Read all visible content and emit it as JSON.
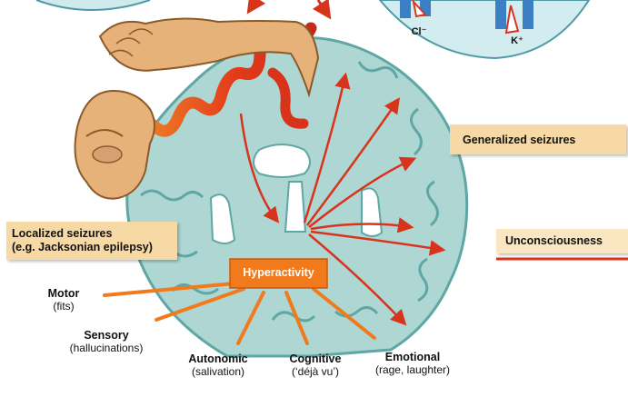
{
  "ions": {
    "chloride": "Cl⁻",
    "potassium": "K⁺"
  },
  "labels": {
    "generalized": "Generalized seizures",
    "unconsciousness": "Unconsciousness",
    "localized_line1": "Localized seizures",
    "localized_line2": "(e.g. Jacksonian epilepsy)",
    "hyperactivity": "Hyperactivity"
  },
  "effects": {
    "motor": {
      "title": "Motor",
      "detail": "(fits)"
    },
    "sensory": {
      "title": "Sensory",
      "detail": "(hallucinations)"
    },
    "autonomic": {
      "title": "Autonomic",
      "detail": "(salivation)"
    },
    "cognitive": {
      "title": "Cognitive",
      "detail": "(‘déjà vu’)"
    },
    "emotional": {
      "title": "Emotional",
      "detail": "(rage, laughter)"
    }
  },
  "colors": {
    "brain_fill": "#aed6d3",
    "brain_outline": "#5fa7a4",
    "arrow_red": "#d8341c",
    "label_bg": "#f6d9a5",
    "hyperactivity_bg": "#f07a1c",
    "homunculus_skin": "#e7b27a"
  }
}
